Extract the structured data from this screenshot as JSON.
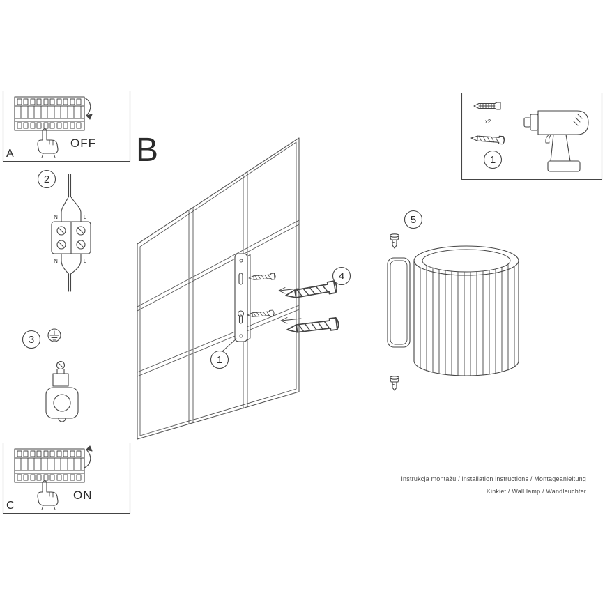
{
  "colors": {
    "line": "#444444",
    "text": "#2b2b2b",
    "footer_text": "#4a4a4a",
    "background": "#ffffff"
  },
  "sections": {
    "panel_a": {
      "label": "A",
      "switch_state": "OFF"
    },
    "panel_b": {
      "label": "B"
    },
    "panel_c": {
      "label": "C",
      "switch_state": "ON"
    },
    "toolbox": {
      "step": "1",
      "quantity_note": "x2"
    },
    "wiring": {
      "step": "2",
      "terminals_top": [
        "N",
        "L"
      ],
      "terminals_bottom": [
        "N",
        "L"
      ]
    },
    "ground": {
      "step": "3"
    },
    "bracket": {
      "step": "1"
    },
    "screws": {
      "step": "4"
    },
    "lamp": {
      "step": "5"
    }
  },
  "footer": {
    "line1": "Instrukcja montażu / installation instructions / Montageanleitung",
    "line2": "Kinkiet / Wall lamp / Wandleuchter"
  }
}
